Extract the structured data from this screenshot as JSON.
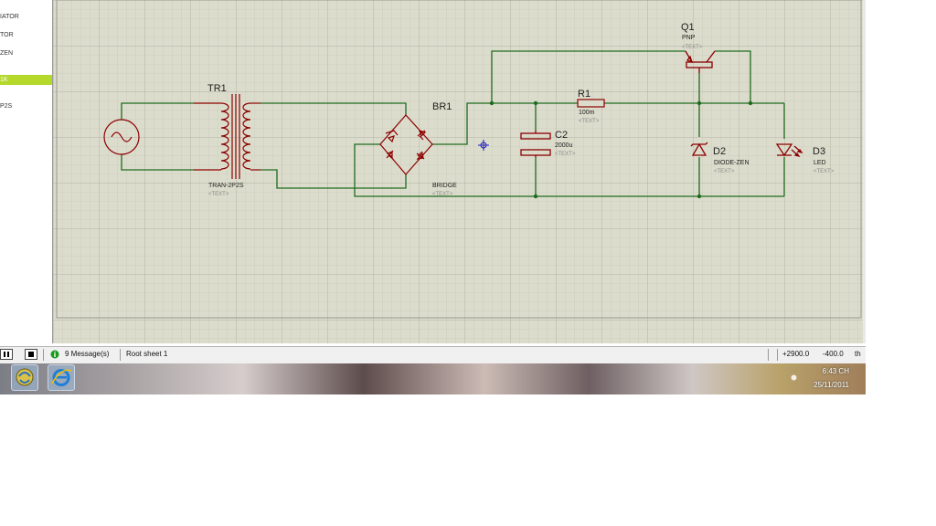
{
  "sidebar": {
    "items": [
      {
        "label": "IATOR",
        "selected": false
      },
      {
        "label": "TOR",
        "selected": false
      },
      {
        "label": "ZEN",
        "selected": false
      },
      {
        "label": "1K",
        "selected": true
      },
      {
        "label": "P2S",
        "selected": false
      }
    ]
  },
  "schematic": {
    "tr1": {
      "ref": "TR1",
      "value": "TRAN-2P2S",
      "text": "<TEXT>"
    },
    "br1": {
      "ref": "BR1",
      "value": "BRIDGE",
      "text": "<TEXT>"
    },
    "c2": {
      "ref": "C2",
      "value": "2000u",
      "text": "<TEXT>"
    },
    "r1": {
      "ref": "R1",
      "value": "100m",
      "text": "<TEXT>"
    },
    "q1": {
      "ref": "Q1",
      "value": "PNP",
      "text": "<TEXT>"
    },
    "d2": {
      "ref": "D2",
      "value": "DIODE-ZEN",
      "text": "<TEXT>"
    },
    "d3": {
      "ref": "D3",
      "value": "LED",
      "text": "<TEXT>"
    }
  },
  "statusbar": {
    "messages": "9 Message(s)",
    "sheet": "Root sheet 1",
    "coord_x": "+2900.0",
    "coord_y": "-400.0",
    "units": "th"
  },
  "taskbar": {
    "time": "6:43 CH",
    "date": "25/11/2011"
  },
  "colors": {
    "canvas_bg": "#dcdccc",
    "grid_minor": "#c4c4b6",
    "grid_major": "#acac9e",
    "wire": "#1e6b1e",
    "component": "#8b0000",
    "label": "#202020",
    "placeholder": "#8a8a8a",
    "selection": "#b4d92a",
    "message_icon": "#1a9a1a"
  }
}
